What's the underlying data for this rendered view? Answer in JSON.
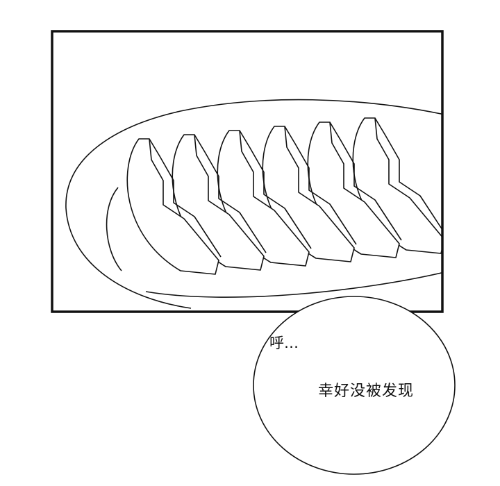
{
  "panel": {
    "subject": "plate-of-apple-slices",
    "slice_count": 6
  },
  "dialogue": {
    "sigh": "呼…",
    "bubble_text": "幸好没被发现"
  },
  "colors": {
    "ink": "#111111",
    "paper": "#ffffff"
  }
}
